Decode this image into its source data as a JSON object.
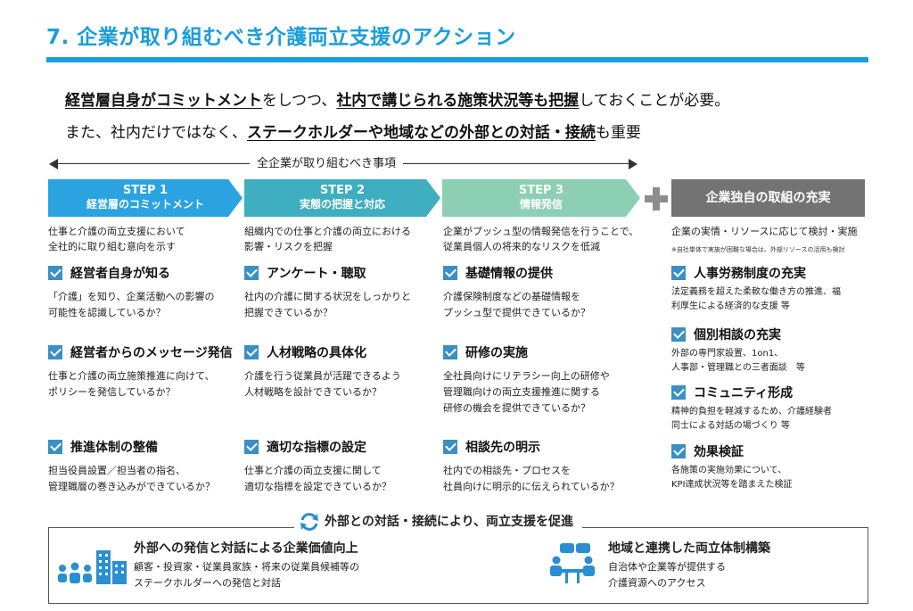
{
  "header": {
    "title": "7.  企業が取り組むべき介護両立支援のアクション"
  },
  "lead": {
    "line1": [
      {
        "text": "経営層自身がコミットメント",
        "u": true
      },
      {
        "text": "をしつつ、",
        "u": false
      },
      {
        "text": "社内で講じられる施策状況等も把握",
        "u": true
      },
      {
        "text": "しておくことが必要。",
        "u": false
      }
    ],
    "line2": [
      {
        "text": "また、社内だけではなく、",
        "u": false
      },
      {
        "text": "ステークホルダーや地域などの外部との対話・接続",
        "u": true
      },
      {
        "text": "も重要",
        "u": false
      }
    ]
  },
  "range_label": "全企業が取り組むべき事項",
  "steps": [
    {
      "label1": "STEP 1",
      "label2": "経営層のコミットメント",
      "color": "#2aa3e0",
      "desc": [
        "仕事と介護の両立支援において",
        "全社的に取り組む意向を示す"
      ],
      "items": [
        {
          "title": "経営者自身が知る",
          "desc": [
            "「介護」を知り、企業活動への影響の",
            "可能性を認識しているか？"
          ]
        },
        {
          "title": "経営者からのメッセージ発信",
          "desc": [
            "仕事と介護の両立施策推進に向けて、",
            "ポリシーを発信しているか？"
          ]
        },
        {
          "title": "推進体制の整備",
          "desc": [
            "担当役員設置／担当者の指名、",
            "管理職層の巻き込みができているか？"
          ]
        }
      ]
    },
    {
      "label1": "STEP 2",
      "label2": "実態の把握と対応",
      "color": "#3eaec0",
      "desc": [
        "組織内での仕事と介護の両立における",
        "影響・リスクを把握"
      ],
      "items": [
        {
          "title": "アンケート・聴取",
          "desc": [
            "社内の介護に関する状況をしっかりと",
            "把握できているか？"
          ]
        },
        {
          "title": "人材戦略の具体化",
          "desc": [
            "介護を行う従業員が活躍できるよう",
            "人材戦略を設計できているか？"
          ]
        },
        {
          "title": "適切な指標の設定",
          "desc": [
            "仕事と介護の両立支援に関して",
            "適切な指標を設定できているか？"
          ]
        }
      ]
    },
    {
      "label1": "STEP 3",
      "label2": "情報発信",
      "color": "#8dcfb4",
      "desc": [
        "企業がプッシュ型の情報発信を行うことで、",
        "従業員個人の将来的なリスクを低減"
      ],
      "items": [
        {
          "title": "基礎情報の提供",
          "desc": [
            "介護保険制度などの基礎情報を",
            "プッシュ型で提供できているか？"
          ]
        },
        {
          "title": "研修の実施",
          "desc": [
            "全社員向けにリテラシー向上の研修や",
            "管理職向けの両立支援推進に関する",
            "研修の機会を提供できているか？"
          ]
        },
        {
          "title": "相談先の明示",
          "desc": [
            "社内での相談先・プロセスを",
            "社員向けに明示的に伝えられているか？"
          ]
        }
      ]
    }
  ],
  "step4": {
    "label": "企業独自の取組の充実",
    "desc": "企業の実情・リソースに応じて検討・実施",
    "note": "※自社単体で実施が困難な場合は、外部リソースの活用も検討",
    "items": [
      {
        "title": "人事労務制度の充実",
        "desc": [
          "法定義務を超えた柔軟な働き方の推進、福",
          "利厚生による経済的な支援 等"
        ]
      },
      {
        "title": "個別相談の充実",
        "desc": [
          "外部の専門家設置、1on1、",
          "人事部・管理職との三者面談　等"
        ]
      },
      {
        "title": "コミュニティ形成",
        "desc": [
          "精神的負担を軽減するため、介護経験者",
          "同士による対話の場づくり 等"
        ]
      },
      {
        "title": "効果検証",
        "desc": [
          "各施策の実施効果について、",
          "KPI達成状況等を踏まえた検証"
        ]
      }
    ]
  },
  "bottom": {
    "label": "外部との対話・接続により、両立支援を促進",
    "left": {
      "title": "外部への発信と対話による企業価値向上",
      "desc": [
        "顧客・投資家・従業員家族・将来の従業員候補等の",
        "ステークホルダーへの発信と対話"
      ]
    },
    "right": {
      "title": "地域と連携した両立体制構築",
      "desc": [
        "自治体や企業等が提供する",
        "介護資源へのアクセス"
      ]
    }
  },
  "colors": {
    "accent": "#1a9ed9",
    "check": "#3a8fc4",
    "gray": "#737373"
  }
}
